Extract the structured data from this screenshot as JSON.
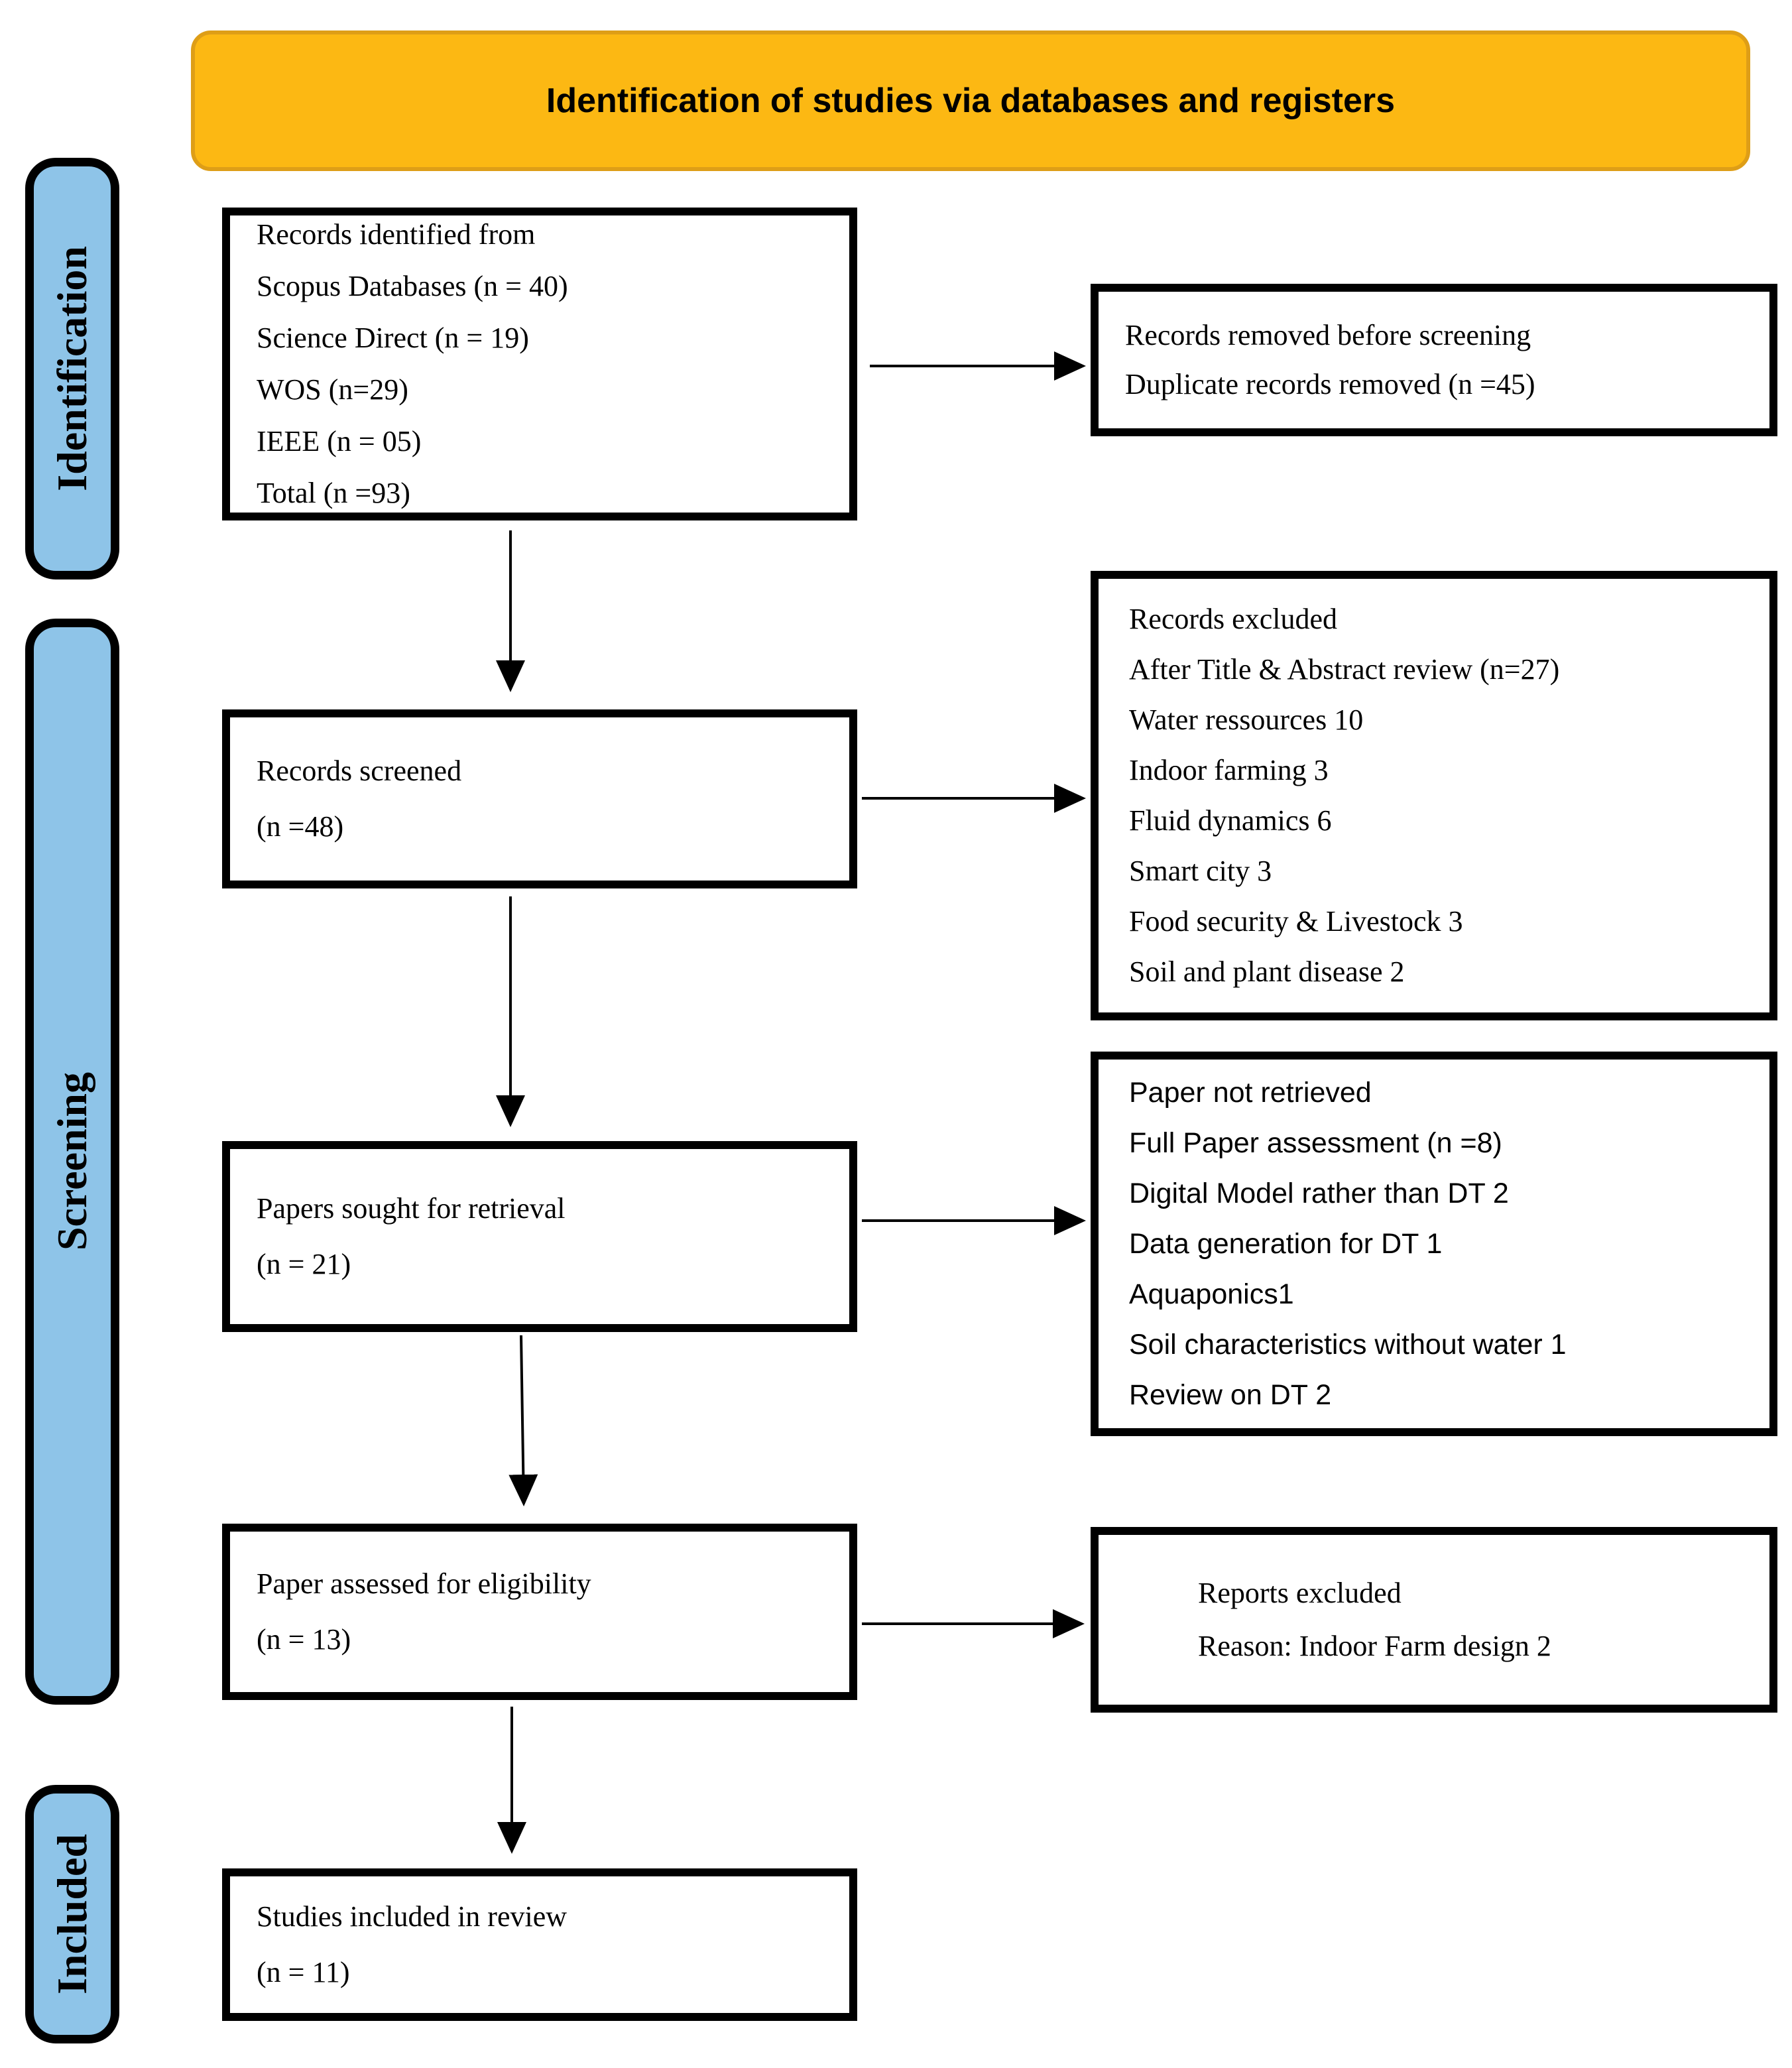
{
  "header": {
    "title": "Identification of studies via databases and registers"
  },
  "stages": {
    "identification": {
      "label": "Identification"
    },
    "screening": {
      "label": "Screening"
    },
    "included": {
      "label": "Included"
    }
  },
  "boxes": {
    "records_identified": {
      "lines": [
        "Records identified from",
        "Scopus Databases (n = 40)",
        "Science Direct (n = 19)",
        "WOS (n=29)",
        "IEEE (n = 05)",
        "Total (n =93)"
      ]
    },
    "records_removed": {
      "lines": [
        "Records removed before screening",
        "Duplicate records removed (n =45)"
      ]
    },
    "records_screened": {
      "lines": [
        "Records screened",
        "(n =48)"
      ]
    },
    "records_excluded": {
      "lines": [
        "Records excluded",
        "After Title & Abstract review (n=27)",
        "Water ressources 10",
        "Indoor farming 3",
        "Fluid dynamics 6",
        "Smart city 3",
        "Food security & Livestock 3",
        "Soil and plant disease 2"
      ]
    },
    "papers_sought": {
      "lines": [
        "Papers sought for retrieval",
        "(n = 21)"
      ]
    },
    "paper_not_retrieved": {
      "lines": [
        "Paper not retrieved",
        "Full Paper assessment (n =8)",
        "Digital Model rather than DT 2",
        "Data generation for DT 1",
        "Aquaponics1",
        "Soil characteristics without water 1",
        "Review on DT 2"
      ]
    },
    "paper_assessed": {
      "lines": [
        "Paper assessed for eligibility",
        "(n = 13)"
      ]
    },
    "reports_excluded": {
      "lines": [
        "Reports excluded",
        "Reason: Indoor Farm design 2"
      ]
    },
    "studies_included": {
      "lines": [
        "Studies included in review",
        "(n = 11)"
      ]
    }
  },
  "colors": {
    "header_fill": "#FCB813",
    "header_border": "#DE9E17",
    "stage_fill": "#8EC4E8",
    "box_border": "#000000",
    "arrow": "#000000"
  }
}
